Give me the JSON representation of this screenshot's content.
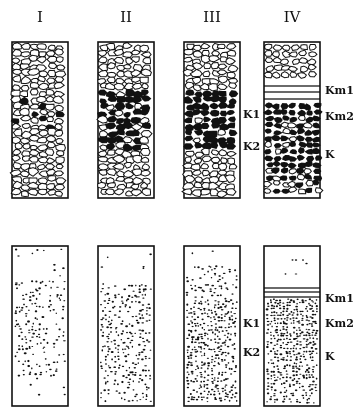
{
  "figure": {
    "columns": [
      {
        "id": "I",
        "title": "I"
      },
      {
        "id": "II",
        "title": "II"
      },
      {
        "id": "III",
        "title": "III"
      },
      {
        "id": "IV",
        "title": "IV"
      }
    ],
    "top_row": {
      "column_III_labels": [
        "K1",
        "K2"
      ],
      "column_IV_labels": [
        "Km1",
        "Km2",
        "K"
      ]
    },
    "bottom_row": {
      "column_III_labels": [
        "K1",
        "K2"
      ],
      "column_IV_labels": [
        "Km1",
        "Km2",
        "K"
      ]
    }
  },
  "colors": {
    "ink": "#111111",
    "paper": "#ffffff"
  }
}
